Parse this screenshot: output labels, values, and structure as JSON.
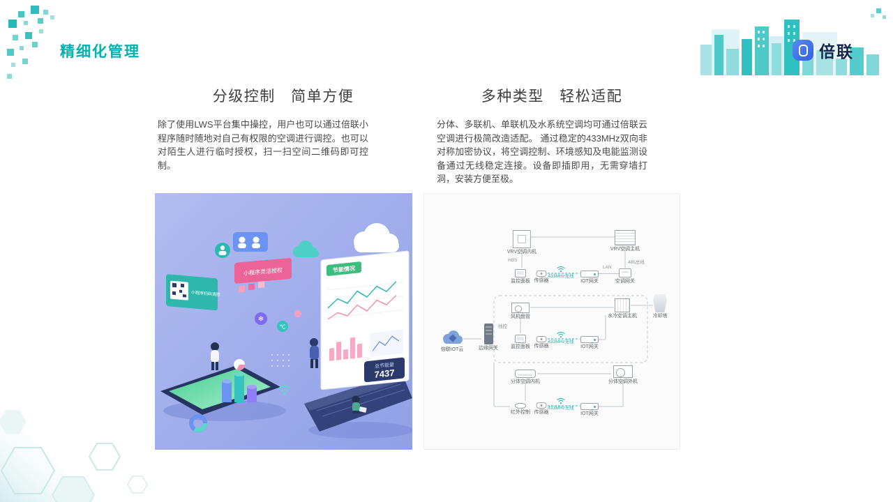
{
  "colors": {
    "brand_teal": "#00b3ae",
    "logo_blue": "#3a6ff0",
    "wireless_teal": "#2bb9b3"
  },
  "header": {
    "title": "精细化管理",
    "logo_text": "倍联"
  },
  "left_section": {
    "heading": "分级控制　简单方便",
    "body": "除了使用LWS平台集中操控，用户也可以通过倍联小程序随时随地对自己有权限的空调进行调控。也可以对陌生人进行临时授权，扫一扫空间二维码即可控制。",
    "illustration": {
      "qr_card": "小程序扫码调控",
      "auth_card": "小程序灵活授权",
      "dashboard_tab": "节能情况",
      "energy_label": "总节能量",
      "energy_value": "7437"
    }
  },
  "right_section": {
    "heading": "多种类型　轻松适配",
    "body": "分体、多联机、单联机及水系统空调均可通过倍联云空调进行极简改造适配。 通过稳定的433MHz双向非对称加密协议，将空调控制、环境感知及电能监测设备通过无线稳定连接。设备即插即用，无需穿墙打洞，安装方便至极。",
    "diagram": {
      "vrv_indoor": "VRV空调内机",
      "hbs_label": "HBS",
      "vrv_outdoor": "VRV空调主机",
      "bus_485": "485总线",
      "panel_label": "监控面板",
      "sensor_label": "传感器",
      "wireless_label": "433MHz无线",
      "gateway_label": "IOT网关",
      "lan_label": "LAN",
      "ac_gateway": "空调网关",
      "fan_coil": "风机盘管",
      "wire_controller": "线控",
      "water_host": "水冷空调主机",
      "cooling_tower": "冷却塔",
      "iot_cloud": "倍联IOT云",
      "edge_gateway": "边缘网关",
      "split_indoor": "分体空调内机",
      "split_outdoor": "分体空调外机",
      "ir_controller": "红外控制"
    }
  }
}
